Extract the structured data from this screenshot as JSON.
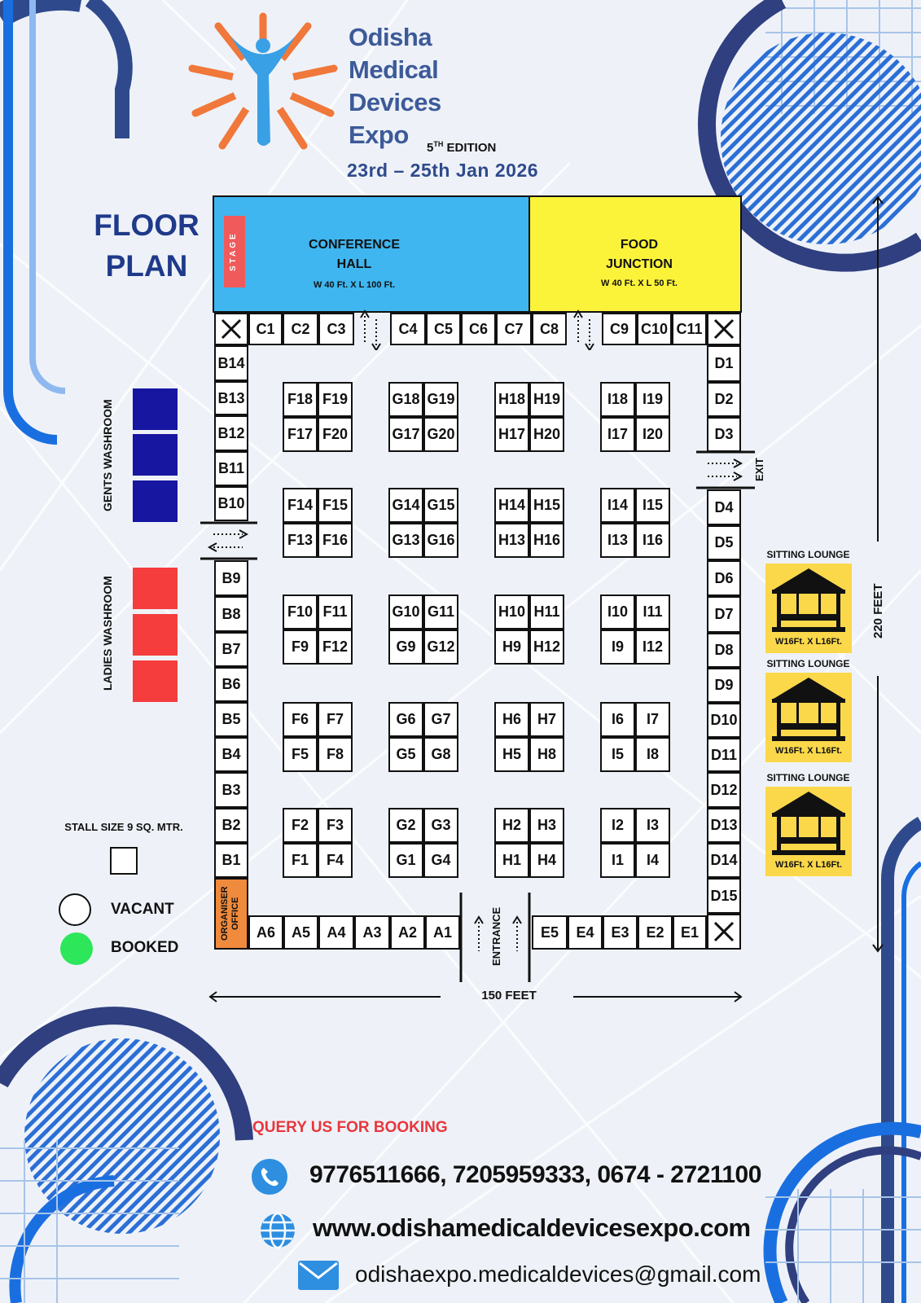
{
  "event": {
    "title_lines": [
      "Odisha",
      "Medical",
      "Devices",
      "Expo"
    ],
    "edition_num": "5",
    "edition_sup": "TH",
    "edition_word": "EDITION",
    "dates": "23rd – 25th Jan 2026"
  },
  "floor_plan_title": [
    "FLOOR",
    "PLAN"
  ],
  "conference_hall": {
    "line1": "CONFERENCE",
    "line2": "HALL",
    "size": "W 40 Ft. X L 100 Ft.",
    "stage": "STAGE"
  },
  "food_junction": {
    "line1": "FOOD",
    "line2": "JUNCTION",
    "size": "W 40 Ft. X L 50 Ft."
  },
  "stalls": {
    "C": [
      "C1",
      "C2",
      "C3",
      "C4",
      "C5",
      "C6",
      "C7",
      "C8",
      "C9",
      "C10",
      "C11"
    ],
    "B": [
      "B14",
      "B13",
      "B12",
      "B11",
      "B10",
      "B9",
      "B8",
      "B7",
      "B6",
      "B5",
      "B4",
      "B3",
      "B2",
      "B1"
    ],
    "D": [
      "D1",
      "D2",
      "D3",
      "D4",
      "D5",
      "D6",
      "D7",
      "D8",
      "D9",
      "D10",
      "D11",
      "D12",
      "D13",
      "D14",
      "D15"
    ],
    "A": [
      "A6",
      "A5",
      "A4",
      "A3",
      "A2",
      "A1"
    ],
    "E": [
      "E5",
      "E4",
      "E3",
      "E2",
      "E1"
    ],
    "blocks": [
      [
        [
          "F18",
          "F19",
          "F17",
          "F20"
        ],
        [
          "G18",
          "G19",
          "G17",
          "G20"
        ],
        [
          "H18",
          "H19",
          "H17",
          "H20"
        ],
        [
          "I18",
          "I19",
          "I17",
          "I20"
        ]
      ],
      [
        [
          "F14",
          "F15",
          "F13",
          "F16"
        ],
        [
          "G14",
          "G15",
          "G13",
          "G16"
        ],
        [
          "H14",
          "H15",
          "H13",
          "H16"
        ],
        [
          "I14",
          "I15",
          "I13",
          "I16"
        ]
      ],
      [
        [
          "F10",
          "F11",
          "F9",
          "F12"
        ],
        [
          "G10",
          "G11",
          "G9",
          "G12"
        ],
        [
          "H10",
          "H11",
          "H9",
          "H12"
        ],
        [
          "I10",
          "I11",
          "I9",
          "I12"
        ]
      ],
      [
        [
          "F6",
          "F7",
          "F5",
          "F8"
        ],
        [
          "G6",
          "G7",
          "G5",
          "G8"
        ],
        [
          "H6",
          "H7",
          "H5",
          "H8"
        ],
        [
          "I6",
          "I7",
          "I5",
          "I8"
        ]
      ],
      [
        [
          "F2",
          "F3",
          "F1",
          "F4"
        ],
        [
          "G2",
          "G3",
          "G1",
          "G4"
        ],
        [
          "H2",
          "H3",
          "H1",
          "H4"
        ],
        [
          "I2",
          "I3",
          "I1",
          "I4"
        ]
      ]
    ]
  },
  "labels": {
    "gents_washroom": "GENTS WASHROOM",
    "ladies_washroom": "LADIES WASHROOM",
    "organiser_office": "ORGANISER OFFICE",
    "entrance": "ENTRANCE",
    "exit": "EXIT",
    "width": "150 FEET",
    "length": "220 FEET",
    "stall_size": "STALL SIZE 9 SQ. MTR.",
    "vacant": "VACANT",
    "booked": "BOOKED"
  },
  "lounges": [
    {
      "title": "SITTING LOUNGE",
      "size": "W16Ft. X L16Ft."
    },
    {
      "title": "SITTING LOUNGE",
      "size": "W16Ft. X L16Ft."
    },
    {
      "title": "SITTING LOUNGE",
      "size": "W16Ft. X L16Ft."
    }
  ],
  "contact": {
    "query": "QUERY US FOR BOOKING",
    "phones": "9776511666, 7205959333, 0674 - 2721100",
    "website": "www.odishamedicaldevicesexpo.com",
    "email": "odishaexpo.medicaldevices@gmail.com"
  },
  "colors": {
    "conference": "#3fb6ef",
    "food": "#fbf33a",
    "stage": "#f05a5a",
    "organiser": "#f08a3c",
    "gents": "#1616a0",
    "ladies": "#f53d3d",
    "booked": "#2ee65a",
    "query": "#e8363c",
    "title": "#3d5a99",
    "logo_orange": "#f0783a",
    "logo_blue": "#3aa0e6"
  }
}
